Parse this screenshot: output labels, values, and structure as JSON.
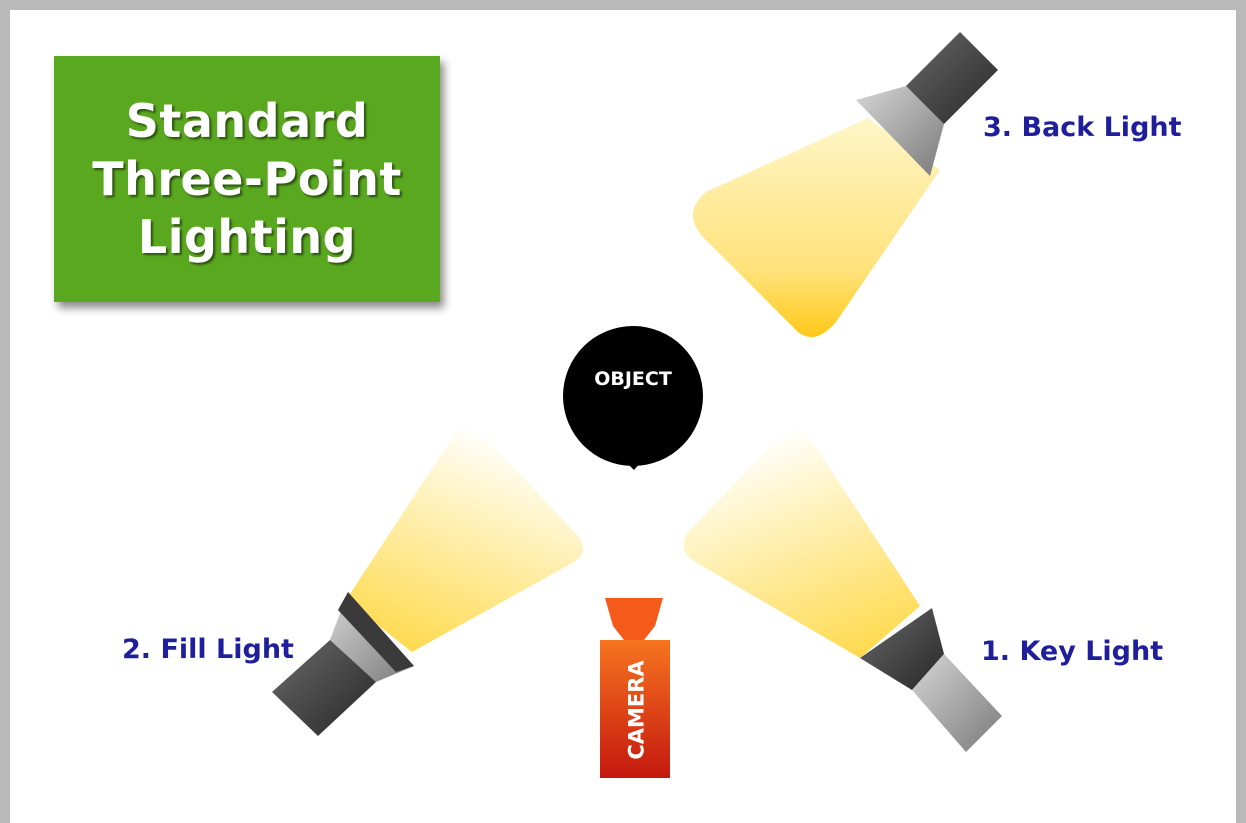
{
  "title": {
    "lines": [
      "Standard",
      "Three-Point",
      "Lighting"
    ]
  },
  "object": {
    "label": "OBJECT"
  },
  "camera": {
    "label": "CAMERA"
  },
  "lights": {
    "back": {
      "label": "3. Back Light"
    },
    "fill": {
      "label": "2. Fill Light"
    },
    "key": {
      "label": "1. Key Light"
    }
  },
  "colors": {
    "title_box": "#5aa81f",
    "label_text": "#1f1f9c",
    "beam": "#ffd233",
    "lamp": "#555555",
    "object": "#000000",
    "camera": "#e8541a"
  }
}
